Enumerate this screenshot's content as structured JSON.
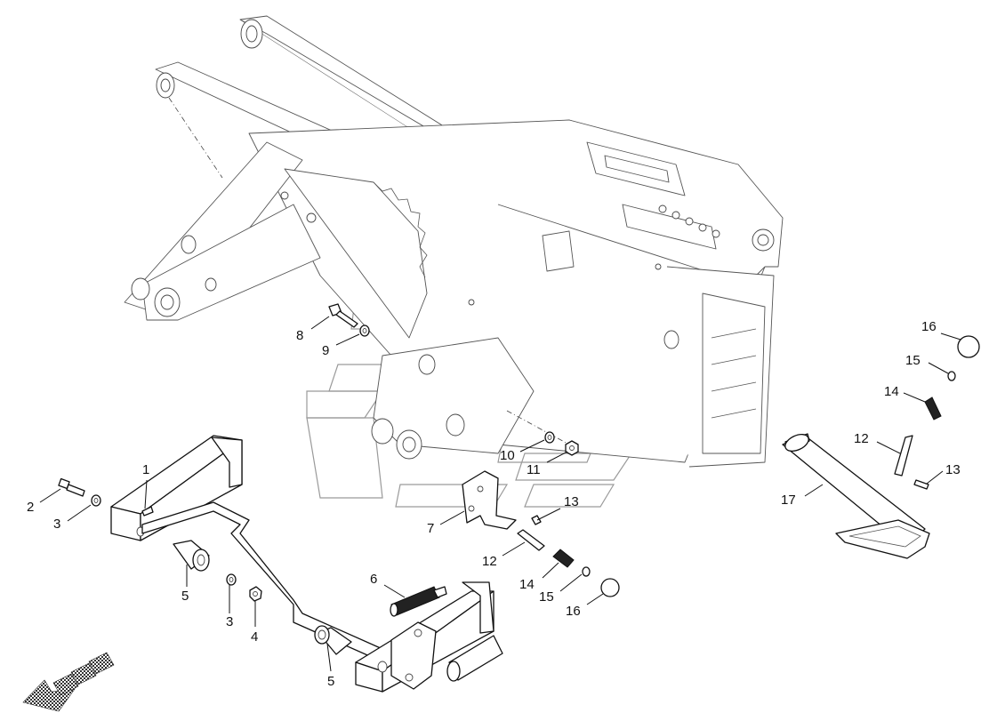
{
  "diagram": {
    "callouts": [
      {
        "id": "c1",
        "text": "1"
      },
      {
        "id": "c2",
        "text": "2"
      },
      {
        "id": "c3a",
        "text": "3"
      },
      {
        "id": "c3b",
        "text": "3"
      },
      {
        "id": "c4",
        "text": "4"
      },
      {
        "id": "c5a",
        "text": "5"
      },
      {
        "id": "c5b",
        "text": "5"
      },
      {
        "id": "c6",
        "text": "6"
      },
      {
        "id": "c7",
        "text": "7"
      },
      {
        "id": "c8",
        "text": "8"
      },
      {
        "id": "c9",
        "text": "9"
      },
      {
        "id": "c10",
        "text": "10"
      },
      {
        "id": "c11",
        "text": "11"
      },
      {
        "id": "c12a",
        "text": "12"
      },
      {
        "id": "c12b",
        "text": "12"
      },
      {
        "id": "c13a",
        "text": "13"
      },
      {
        "id": "c13b",
        "text": "13"
      },
      {
        "id": "c14a",
        "text": "14"
      },
      {
        "id": "c14b",
        "text": "14"
      },
      {
        "id": "c15a",
        "text": "15"
      },
      {
        "id": "c15b",
        "text": "15"
      },
      {
        "id": "c16a",
        "text": "16"
      },
      {
        "id": "c16b",
        "text": "16"
      },
      {
        "id": "c17",
        "text": "17"
      }
    ]
  }
}
